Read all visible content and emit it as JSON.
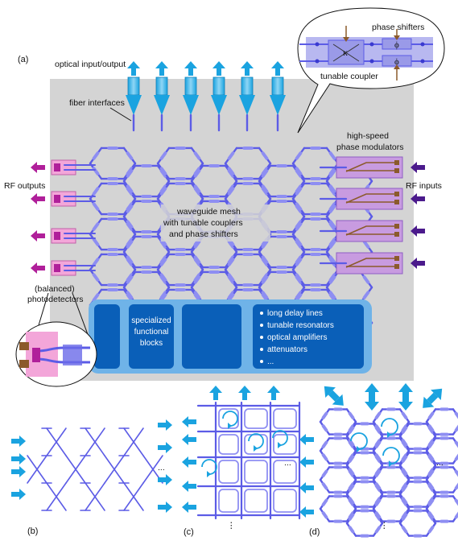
{
  "panels": {
    "a": "(a)",
    "b": "(b)",
    "c": "(c)",
    "d": "(d)"
  },
  "labels": {
    "optical_io": "optical input/output",
    "fiber_interfaces": "fiber interfaces",
    "phase_shifters": "phase shifters",
    "tunable_coupler": "tunable coupler",
    "kappa": "κ",
    "phi": "ϕ",
    "high_speed_line1": "high-speed",
    "high_speed_line2": "phase modulators",
    "rf_outputs": "RF outputs",
    "rf_inputs": "RF inputs",
    "mesh_line1": "waveguide mesh",
    "mesh_line2": "with tunable couplers",
    "mesh_line3": "and phase shifters",
    "pd_line1": "(balanced)",
    "pd_line2": "photodetectors",
    "spec_line1": "specialized",
    "spec_line2": "functional",
    "spec_line3": "blocks",
    "block_items": [
      "long delay lines",
      "tunable resonators",
      "optical amplifiers",
      "attenuators",
      "..."
    ],
    "ellipsis": "...",
    "vert_ellipsis": "⋮"
  },
  "colors": {
    "mesh": "#5c5ce6",
    "arrow": "#1aa3e0",
    "gray_bg": "#d4d4d4",
    "block_bg": "#2f86d6",
    "block_dark": "#0a5fb8",
    "modulator": "#c89be0",
    "rf_out_arrow": "#b01f9a",
    "rf_in_arrow": "#4b1a8c",
    "detector": "#f3a6d9"
  }
}
